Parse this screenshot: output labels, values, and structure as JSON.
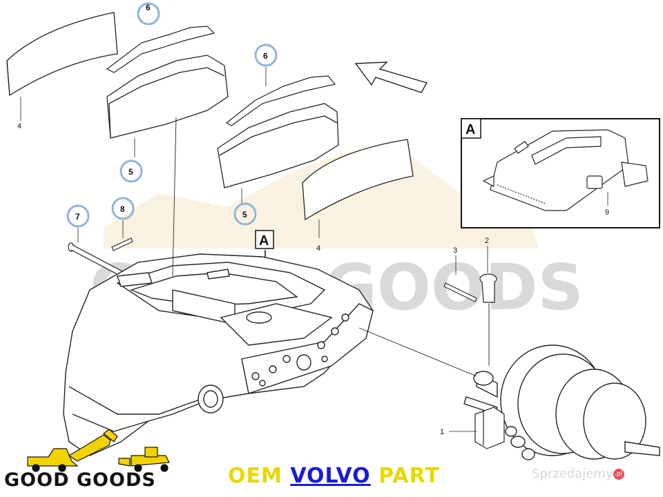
{
  "watermark": {
    "text": "GOOD GOODS"
  },
  "callouts": {
    "pad_4_top": "4",
    "clip_6_left": "6",
    "clip_6_right": "6",
    "pad_5_left": "5",
    "pad_5_mid": "5",
    "pad_4_right": "4",
    "bolt_7": "7",
    "pin_8": "8",
    "pin_3": "3",
    "pin_2": "2",
    "bracket_1": "1",
    "detail_9": "9"
  },
  "detail_box": {
    "label": "A"
  },
  "view_marker": {
    "label": "A"
  },
  "logo": {
    "text": "GOOD GOODS"
  },
  "caption": {
    "prefix": "OEM",
    "brand": "VOLVO",
    "suffix": "PART"
  },
  "site_watermark": {
    "text": "Sprzedajemy",
    "badge": ".pl"
  },
  "colors": {
    "highlight_circle": "#8fb4dc",
    "caption_yellow": "#e9d700",
    "caption_blue": "#1a1ad6",
    "logo_yellow": "#f2d200"
  }
}
